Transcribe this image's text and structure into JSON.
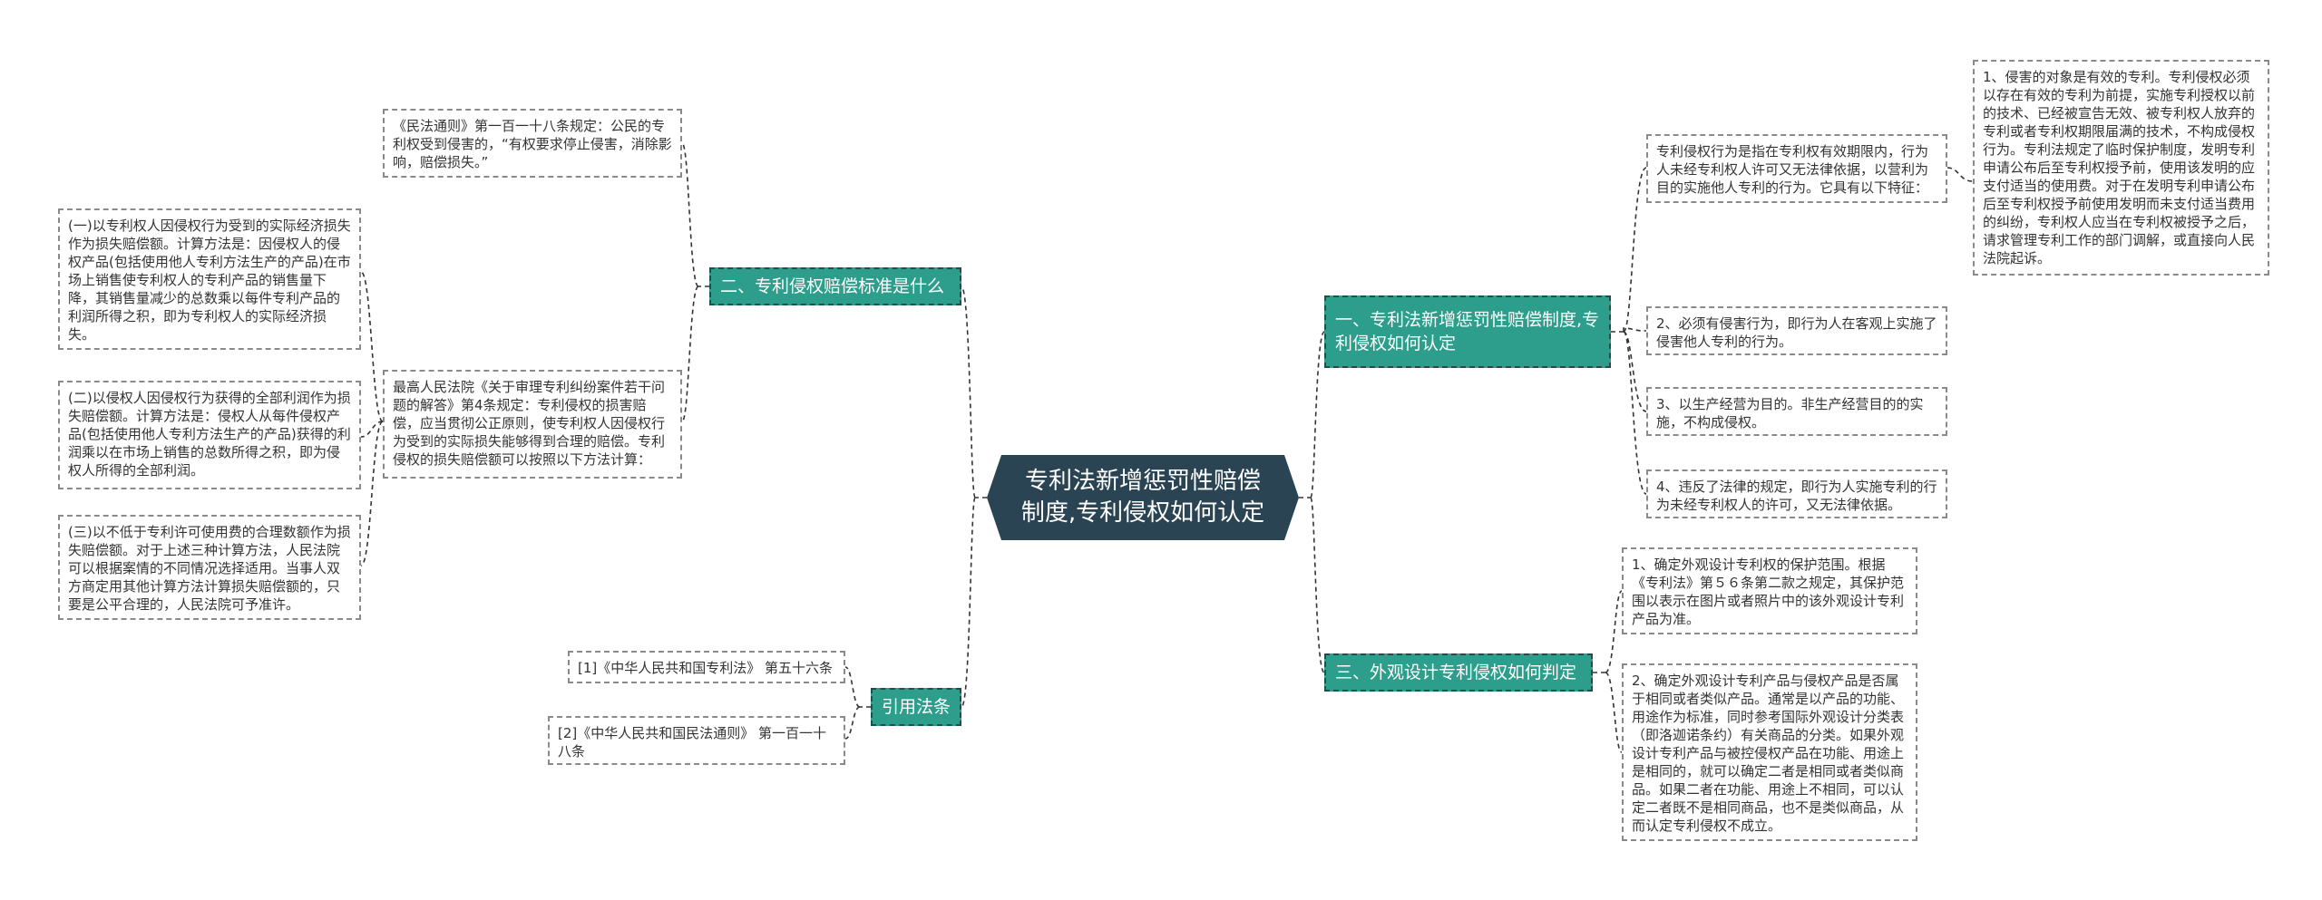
{
  "root": {
    "label": "专利法新增惩罚性赔偿制度,专利侵权如何认定"
  },
  "branches": {
    "b1": {
      "label": "一、专利法新增惩罚性赔偿制度,专利侵权如何认定"
    },
    "b2": {
      "label": "二、专利侵权赔偿标准是什么"
    },
    "b3": {
      "label": "三、外观设计专利侵权如何判定"
    },
    "b4": {
      "label": "引用法条"
    }
  },
  "leaves": {
    "l1_intro": "专利侵权行为是指在专利权有效期限内，行为人未经专利权人许可又无法律依据，以营利为目的实施他人专利的行为。它具有以下特征：",
    "l1_detail": "1、侵害的对象是有效的专利。专利侵权必须以存在有效的专利为前提，实施专利授权以前的技术、已经被宣告无效、被专利权人放弃的专利或者专利权期限届满的技术，不构成侵权行为。专利法规定了临时保护制度，发明专利申请公布后至专利权授予前，使用该发明的应支付适当的使用费。对于在发明专利申请公布后至专利权授予前使用发明而未支付适当费用的纠纷，专利权人应当在专利权被授予之后，请求管理专利工作的部门调解，或直接向人民法院起诉。",
    "l1_2": "2、必须有侵害行为，即行为人在客观上实施了侵害他人专利的行为。",
    "l1_3": "3、以生产经营为目的。非生产经营目的的实施，不构成侵权。",
    "l1_4": "4、违反了法律的规定，即行为人实施专利的行为未经专利权人的许可，又无法律依据。",
    "l2_civil": "《民法通则》第一百一十八条规定：公民的专利权受到侵害的，“有权要求停止侵害，消除影响，赔偿损失。”",
    "l2_court": "最高人民法院《关于审理专利纠纷案件若干问题的解答》第4条规定：专利侵权的损害赔偿，应当贯彻公正原则，使专利权人因侵权行为受到的实际损失能够得到合理的赔偿。专利侵权的损失赔偿额可以按照以下方法计算：",
    "l2_m1": "(一)以专利权人因侵权行为受到的实际经济损失作为损失赔偿额。计算方法是：因侵权人的侵权产品(包括使用他人专利方法生产的产品)在市场上销售使专利权人的专利产品的销售量下降，其销售量减少的总数乘以每件专利产品的利润所得之积，即为专利权人的实际经济损失。",
    "l2_m2": "(二)以侵权人因侵权行为获得的全部利润作为损失赔偿额。计算方法是：侵权人从每件侵权产品(包括使用他人专利方法生产的产品)获得的利润乘以在市场上销售的总数所得之积，即为侵权人所得的全部利润。",
    "l2_m3": "(三)以不低于专利许可使用费的合理数额作为损失赔偿额。对于上述三种计算方法，人民法院可以根据案情的不同情况选择适用。当事人双方商定用其他计算方法计算损失赔偿额的，只要是公平合理的，人民法院可予准许。",
    "l3_1": "1、确定外观设计专利权的保护范围。根据《专利法》第５６条第二款之规定，其保护范围以表示在图片或者照片中的该外观设计专利产品为准。",
    "l3_2": "2、确定外观设计专利产品与侵权产品是否属于相同或者类似产品。通常是以产品的功能、用途作为标准，同时参考国际外观设计分类表（即洛迦诺条约）有关商品的分类。如果外观设计专利产品与被控侵权产品在功能、用途上是相同的，就可以确定二者是相同或者类似商品。如果二者在功能、用途上不相同，可以认定二者既不是相同商品，也不是类似商品，从而认定专利侵权不成立。",
    "l4_1": "[1]《中华人民共和国专利法》 第五十六条",
    "l4_2": "[2]《中华人民共和国民法通则》 第一百一十八条"
  },
  "colors": {
    "root": "#2a4454",
    "branch": "#2e9e8c",
    "line": "#333333"
  }
}
